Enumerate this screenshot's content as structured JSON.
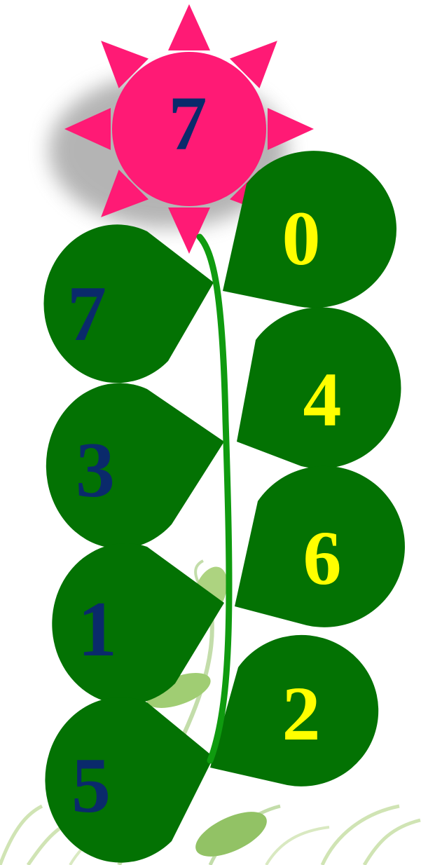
{
  "sun": {
    "number": "7",
    "ray_color": "#ff1a75",
    "disc_color": "#ff1a75",
    "number_color": "#0a2a6b"
  },
  "left_leaves": [
    {
      "number": "7"
    },
    {
      "number": "3"
    },
    {
      "number": "1"
    },
    {
      "number": "5"
    }
  ],
  "right_leaves": [
    {
      "number": "0"
    },
    {
      "number": "4"
    },
    {
      "number": "6"
    },
    {
      "number": "2"
    }
  ],
  "colors": {
    "leaf": "#037203",
    "stem": "#0f9b0f",
    "left_number": "#0a2a6b",
    "right_number": "#ffff00"
  }
}
